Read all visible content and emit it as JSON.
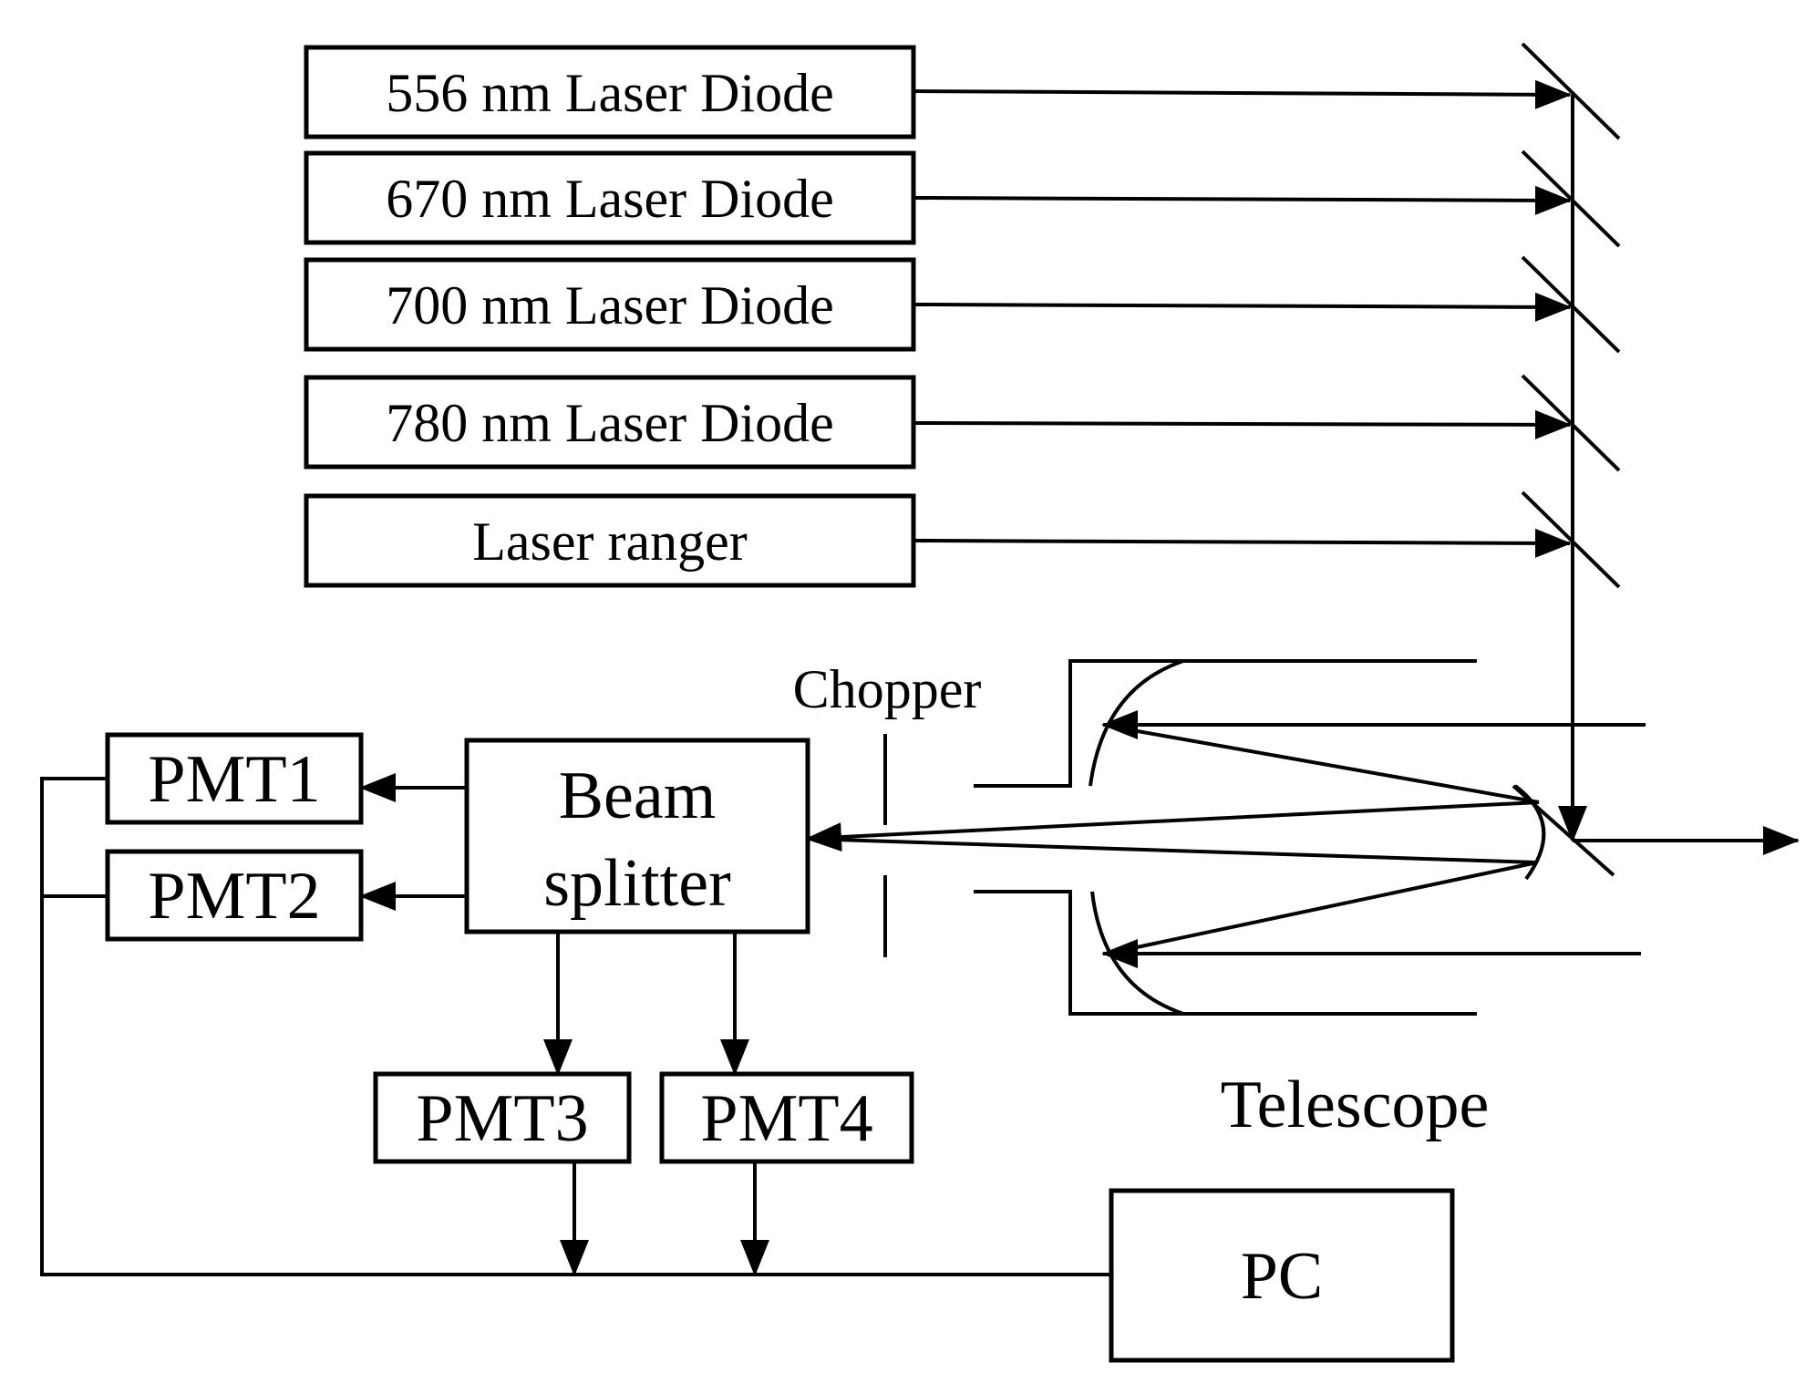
{
  "lasers": [
    {
      "label": "556 nm Laser Diode"
    },
    {
      "label": "670 nm Laser Diode"
    },
    {
      "label": "700 nm Laser Diode"
    },
    {
      "label": "780 nm Laser Diode"
    },
    {
      "label": "Laser ranger"
    }
  ],
  "chopper": {
    "label": "Chopper"
  },
  "beam_splitter": {
    "line1": "Beam",
    "line2": "splitter"
  },
  "pmts": {
    "pmt1": "PMT1",
    "pmt2": "PMT2",
    "pmt3": "PMT3",
    "pmt4": "PMT4"
  },
  "telescope": {
    "label": "Telescope"
  },
  "pc": {
    "label": "PC"
  }
}
